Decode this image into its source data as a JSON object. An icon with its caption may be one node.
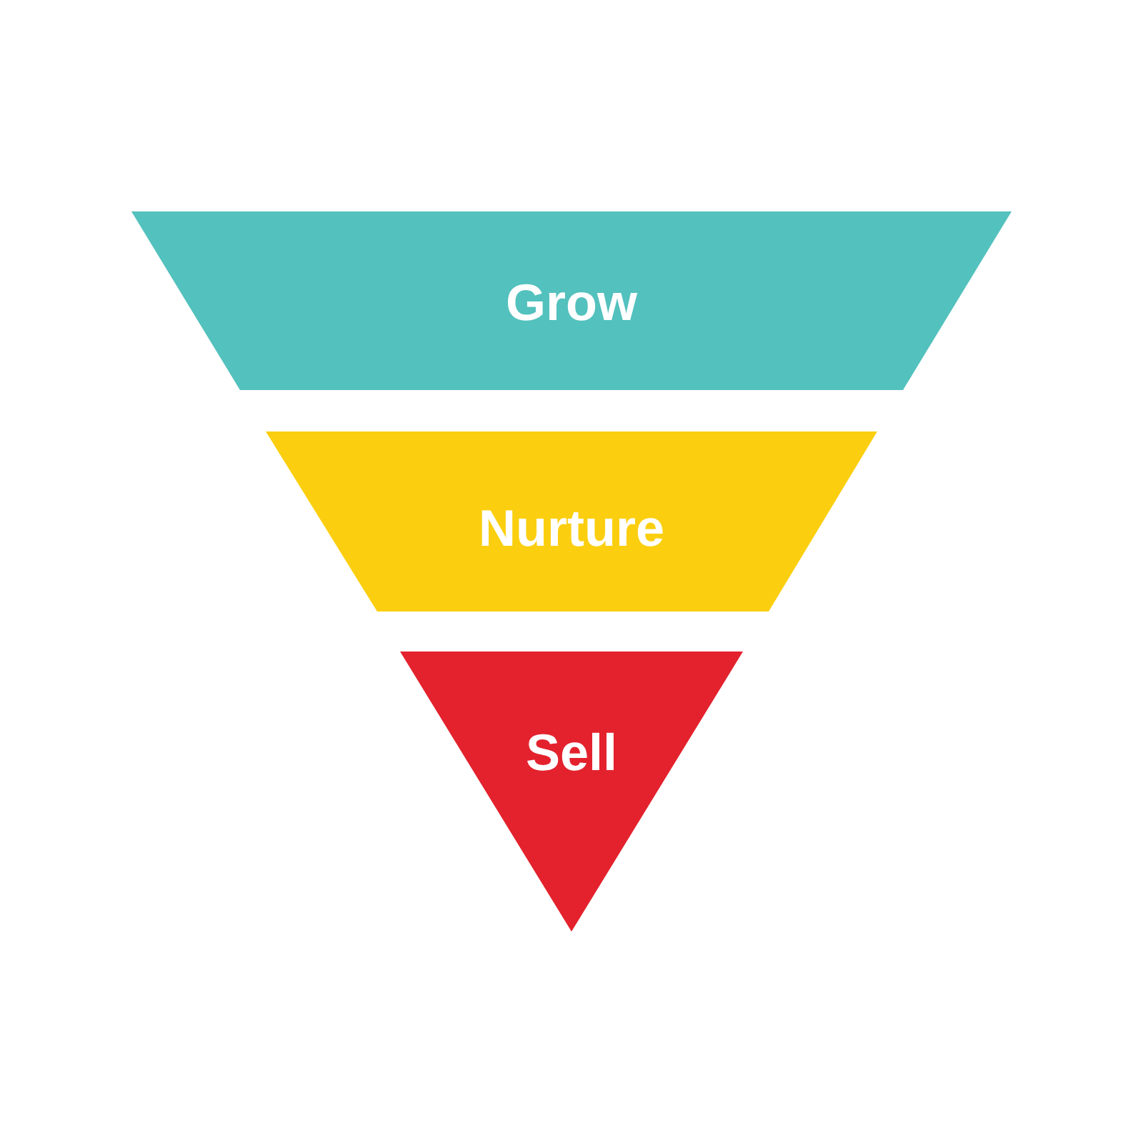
{
  "diagram": {
    "nodes": [
      {
        "text": [
          "Grow"
        ]
      },
      {
        "text": [
          "Nurture"
        ]
      },
      {
        "text": [
          "Sell"
        ]
      }
    ]
  }
}
